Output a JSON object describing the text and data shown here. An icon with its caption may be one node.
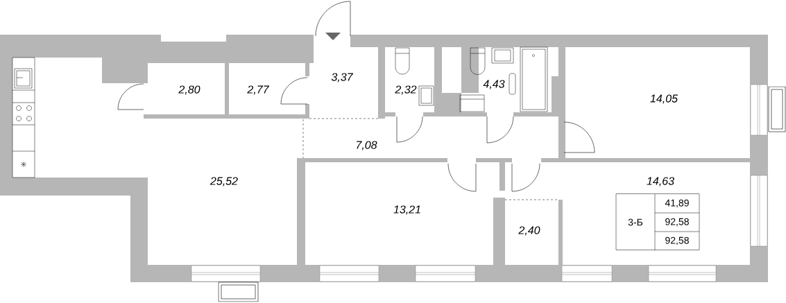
{
  "diagram": {
    "nodes": [
      {
        "text": [
          "2,80"
        ]
      },
      {
        "text": [
          "2,77"
        ]
      },
      {
        "text": [
          "3,37"
        ]
      },
      {
        "text": [
          "2,32"
        ]
      },
      {
        "text": [
          "4,43"
        ]
      },
      {
        "text": [
          "14,05"
        ]
      },
      {
        "text": [
          "7,08"
        ]
      },
      {
        "text": [
          "25,52"
        ]
      },
      {
        "text": [
          "14,63"
        ]
      },
      {
        "text": [
          "13,21"
        ]
      },
      {
        "text": [
          "3-Б",
          "41,89",
          "92,58",
          "92,58"
        ]
      },
      {
        "text": [
          "2,40"
        ]
      }
    ]
  }
}
